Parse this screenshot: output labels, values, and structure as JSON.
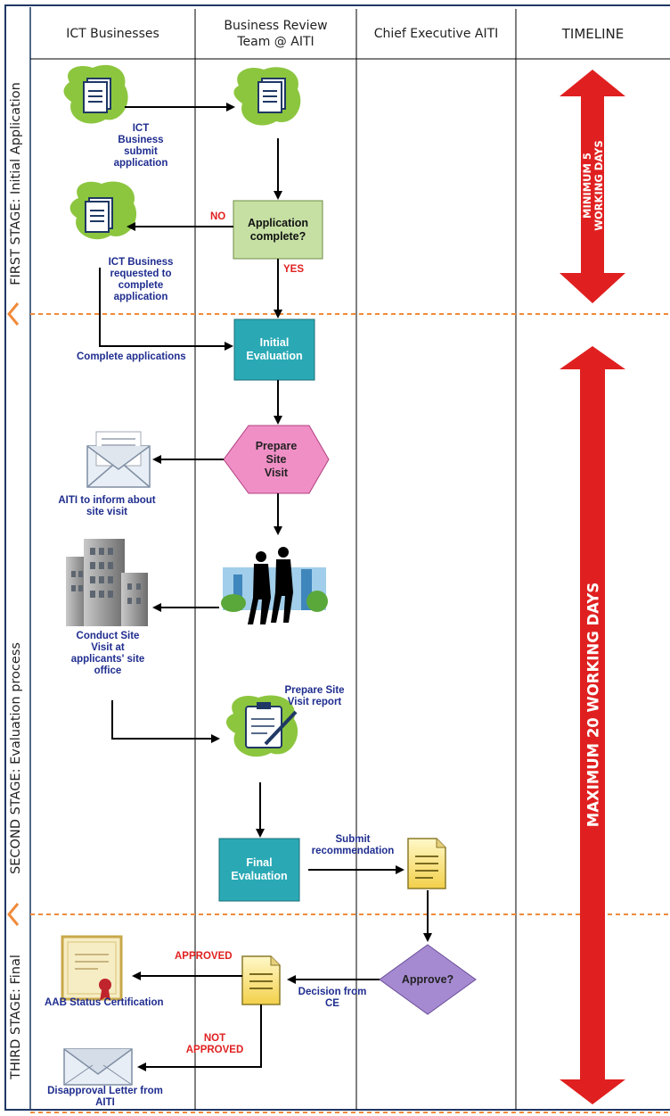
{
  "columns": [
    "ICT Businesses",
    "Business Review\nTeam @ AITI",
    "Chief Executive AITI",
    "TIMELINE"
  ],
  "stages": [
    "FIRST STAGE: Initial Application",
    "SECOND STAGE: Evaluation process",
    "THIRD STAGE: Final"
  ],
  "nodes": {
    "submit_label": "ICT\nBusiness\nsubmit\napplication",
    "requested_label": "ICT Business\nrequested to\ncomplete\napplication",
    "decision_app_complete": "Application\ncomplete?",
    "initial_eval": "Initial\nEvaluation",
    "prepare_site_visit": "Prepare\nSite\nVisit",
    "inform_label": "AITI to inform about\nsite visit",
    "conduct_label": "Conduct Site\nVisit at\napplicants' site\noffice",
    "report_label": "Prepare Site\nVisit report",
    "final_eval": "Final\nEvaluation",
    "approve": "Approve?",
    "cert_label": "AAB Status Certification",
    "disapproval_label": "Disapproval Letter from\nAITI"
  },
  "edge_labels": {
    "no": "NO",
    "yes": "YES",
    "complete_applications": "Complete applications",
    "submit_recommendation": "Submit\nrecommendation",
    "approved": "APPROVED",
    "decision_from_ce": "Decision from\nCE",
    "not_approved": "NOT\nAPPROVED"
  },
  "timeline": {
    "first": "MINIMUM 5\nWORKING DAYS",
    "second": "MAXIMUM 20 WORKING DAYS"
  },
  "colors": {
    "border": "#1f3864",
    "stage_divider": "#f08a3a",
    "green_blob": "#8cc63f",
    "decision_green": "#c6e0a4",
    "teal_box": "#2aa9b5",
    "pink_hex": "#f08fc6",
    "purple_diamond": "#a58ad2",
    "timeline_red": "#e02020",
    "label_blue": "#1f2d8f"
  }
}
